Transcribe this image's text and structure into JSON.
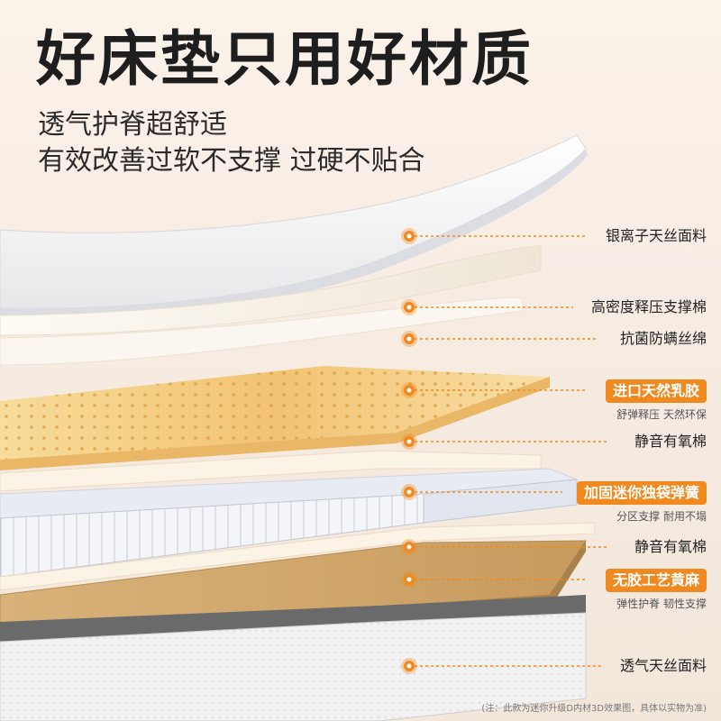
{
  "headline": "好床垫只用好材质",
  "subheadline_1": "透气护脊超舒适",
  "subheadline_2": "有效改善过软不支撑 过硬不贴合",
  "accent_color": "#f08a20",
  "layers": [
    {
      "label": "银离子天丝面料",
      "highlighted": false
    },
    {
      "label": "高密度释压支撑棉",
      "highlighted": false
    },
    {
      "label": "抗菌防螨丝绵",
      "highlighted": false
    },
    {
      "label": "进口天然乳胶",
      "highlighted": true,
      "desc": "舒弹释压  天然环保"
    },
    {
      "label": "静音有氧棉",
      "highlighted": false
    },
    {
      "label": "加固迷你独袋弹簧",
      "highlighted": true,
      "desc": "分区支撑  耐用不塌"
    },
    {
      "label": "静音有氧棉",
      "highlighted": false
    },
    {
      "label": "无胶工艺黄麻",
      "highlighted": true,
      "desc": "弹性护脊  韧性支撑"
    },
    {
      "label": "透气天丝面料",
      "highlighted": false
    }
  ],
  "footnote": "(注：此款为迷你升级D内材3D效果图，具体以实物为准)"
}
